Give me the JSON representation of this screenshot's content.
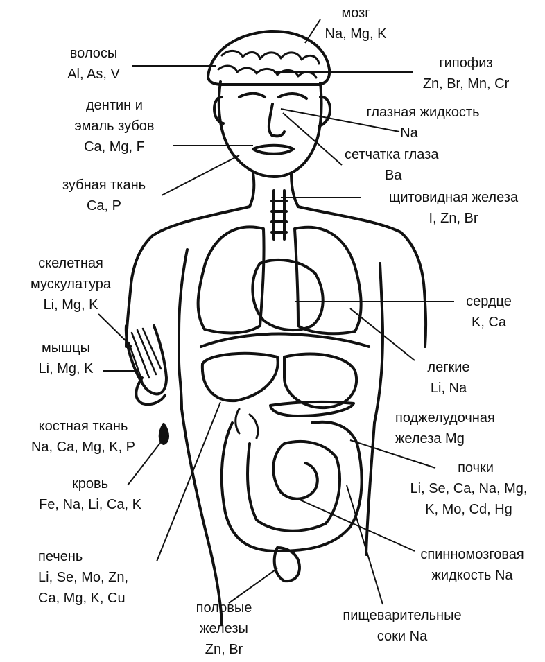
{
  "labels": {
    "brain": {
      "name": "мозг",
      "elements": "Na, Mg, K"
    },
    "hair": {
      "name": "волосы",
      "elements": "Al, As, V"
    },
    "pituitary": {
      "name": "гипофиз",
      "elements": "Zn, Br, Mn, Cr"
    },
    "dentin": {
      "line1": "дентин и",
      "line2": "эмаль зубов",
      "elements": "Ca, Mg, F"
    },
    "eye_fluid": {
      "name": "глазная жидкость",
      "elements": "Na"
    },
    "retina": {
      "name": "сетчатка глаза",
      "elements": "Ba"
    },
    "tooth_tissue": {
      "name": "зубная ткань",
      "elements": "Ca, P"
    },
    "thyroid": {
      "name": "щитовидная железа",
      "elements": "I, Zn, Br"
    },
    "skeletal_muscle": {
      "line1": "скелетная",
      "line2": "мускулатура",
      "elements": "Li, Mg, K"
    },
    "heart": {
      "name": "сердце",
      "elements": "K, Ca"
    },
    "muscles": {
      "name": "мышцы",
      "elements": "Li, Mg, K"
    },
    "lungs": {
      "name": "легкие",
      "elements": "Li, Na"
    },
    "bone": {
      "name": "костная ткань",
      "elements": "Na, Ca, Mg, K, P"
    },
    "pancreas": {
      "line1": "поджелудочная",
      "line2": "железа    Mg"
    },
    "blood": {
      "name": "кровь",
      "elements": "Fe, Na, Li, Ca, K"
    },
    "kidneys": {
      "name": "почки",
      "elements1": "Li, Se, Ca, Na, Mg,",
      "elements2": "K, Mo, Cd, Hg"
    },
    "liver": {
      "name": "печень",
      "elements1": "Li, Se, Mo, Zn,",
      "elements2": "Ca, Mg, K, Cu"
    },
    "csf": {
      "line1": "спинномозговая",
      "line2": "жидкость  Na"
    },
    "gonads": {
      "line1": "половые",
      "line2": "железы",
      "elements": "Zn, Br"
    },
    "digestive": {
      "line1": "пищеварительные",
      "line2": "соки   Na"
    }
  }
}
